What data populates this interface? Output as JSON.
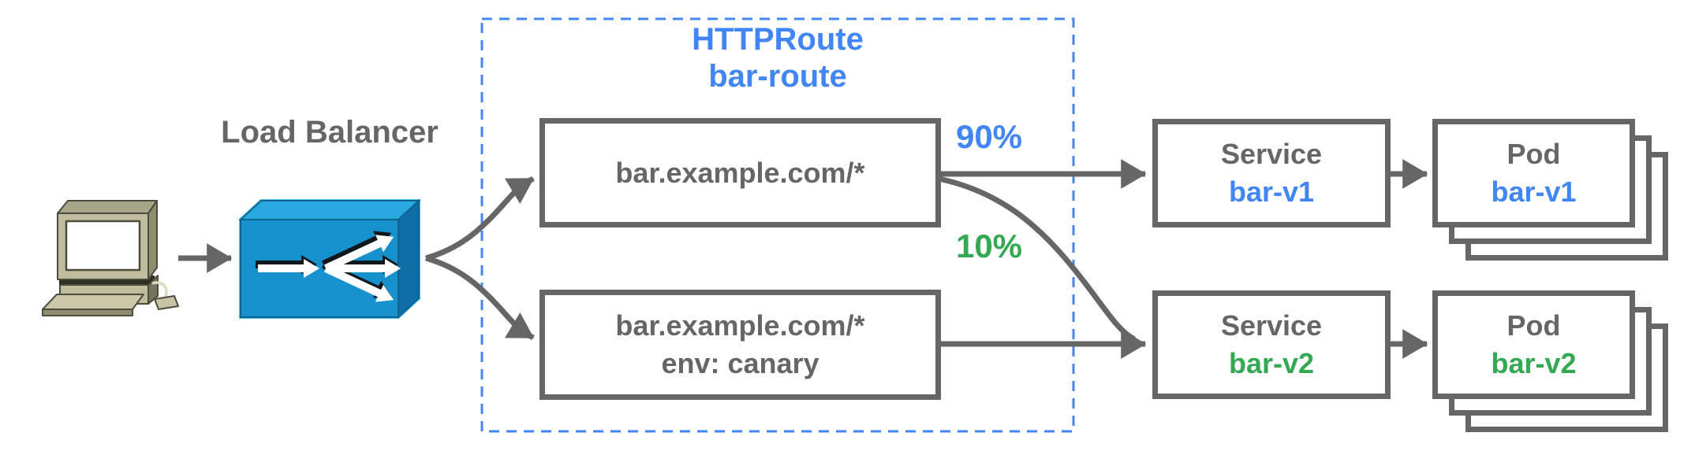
{
  "diagram": {
    "load_balancer_label": "Load Balancer",
    "route_group": {
      "kind": "HTTPRoute",
      "name": "bar-route"
    },
    "rules": [
      {
        "lines": [
          "bar.example.com/*"
        ]
      },
      {
        "lines": [
          "bar.example.com/*",
          "env: canary"
        ]
      }
    ],
    "weights": [
      {
        "value": "90%",
        "color": "#4285f4"
      },
      {
        "value": "10%",
        "color": "#34a853"
      }
    ],
    "services": [
      {
        "kind": "Service",
        "name": "bar-v1",
        "accent": "#4285f4"
      },
      {
        "kind": "Service",
        "name": "bar-v2",
        "accent": "#34a853"
      }
    ],
    "pods": [
      {
        "kind": "Pod",
        "name": "bar-v1",
        "accent": "#4285f4"
      },
      {
        "kind": "Pod",
        "name": "bar-v2",
        "accent": "#34a853"
      }
    ],
    "icons": {
      "client": "computer-icon",
      "load_balancer": "load-balancer-icon"
    },
    "colors": {
      "accent_blue": "#4285f4",
      "accent_green": "#34a853",
      "line_gray": "#666666",
      "lb_front": "#1791ce",
      "lb_top": "#2aa9e0",
      "lb_side": "#0e6fa6",
      "client_body": "#bfbd9e"
    }
  }
}
